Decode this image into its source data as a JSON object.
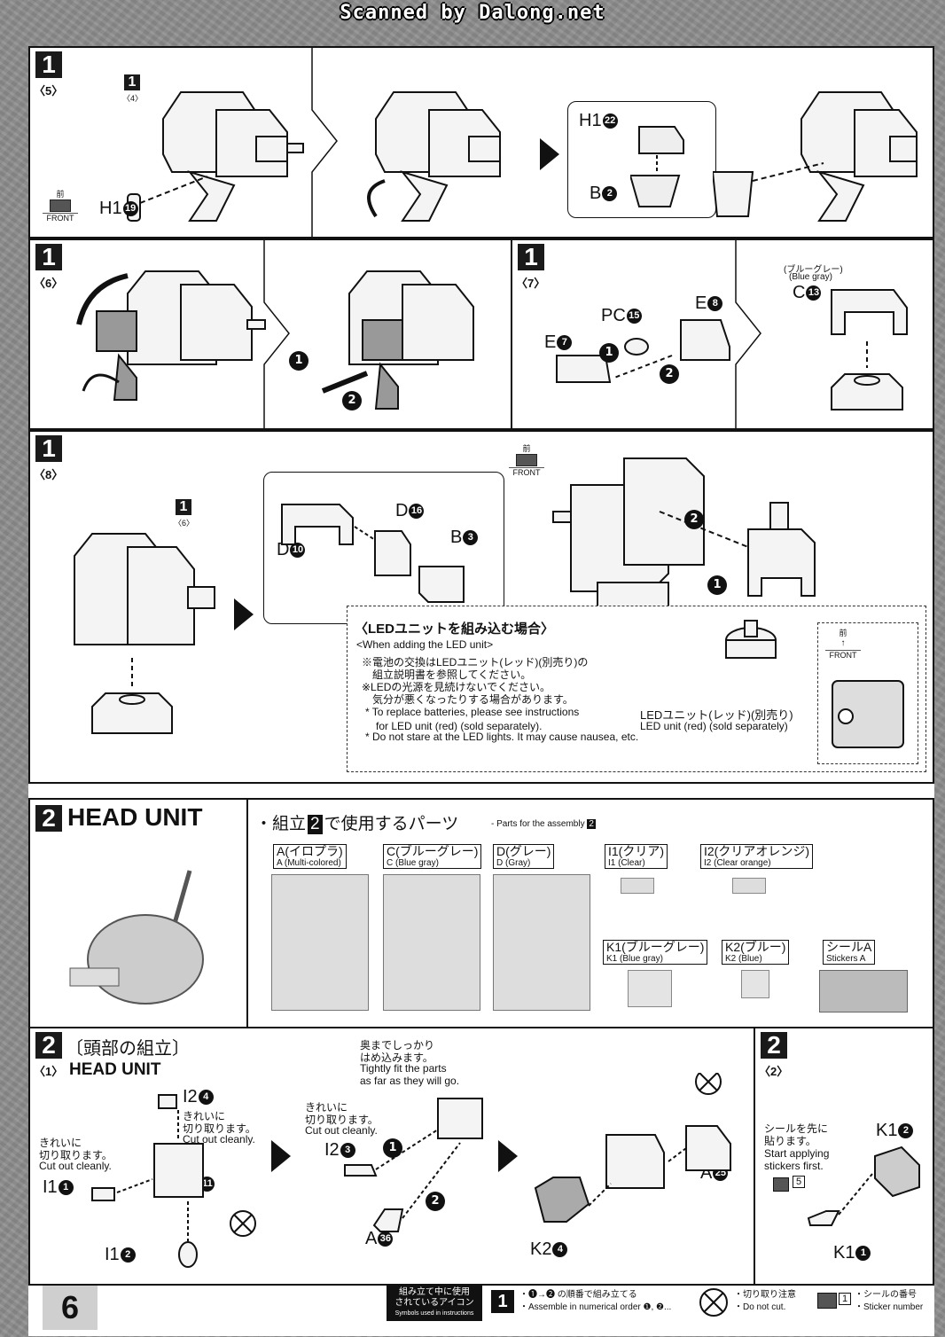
{
  "watermark": "Scanned by Dalong.net",
  "page_number": "6",
  "front_icon": {
    "jp": "前",
    "en": "FRONT"
  },
  "steps": {
    "s1_5": {
      "badge": "1",
      "sub": "〈5〉",
      "ref_badge": "1",
      "ref_sub": "〈4〉",
      "parts": {
        "h1_19": "H1",
        "h1_19n": "19",
        "h1_22": "H1",
        "h1_22n": "22",
        "b2": "B",
        "b2n": "2"
      }
    },
    "s1_6": {
      "badge": "1",
      "sub": "〈6〉",
      "seq1": "1",
      "seq2": "2"
    },
    "s1_7": {
      "badge": "1",
      "sub": "〈7〉",
      "parts": {
        "pc15": "PC",
        "pc15n": "15",
        "e8": "E",
        "e8n": "8",
        "e7": "E",
        "e7n": "7",
        "c13": "C",
        "c13n": "13"
      },
      "color_jp": "(ブルーグレー)",
      "color_en": "(Blue gray)",
      "seq1": "1",
      "seq2": "2"
    },
    "s1_8": {
      "badge": "1",
      "sub": "〈8〉",
      "ref_badge": "1",
      "ref_sub": "〈6〉",
      "parts": {
        "d16": "D",
        "d16n": "16",
        "d10": "D",
        "d10n": "10",
        "b3": "B",
        "b3n": "3"
      },
      "seq1": "1",
      "seq2": "2",
      "led": {
        "title_jp": "〈LEDユニットを組み込む場合〉",
        "title_en": "<When adding the LED unit>",
        "notes": [
          "※電池の交換はLEDユニット(レッド)(別売り)の",
          "　組立説明書を参照してください。",
          "※LEDの光源を見続けないでください。",
          "　気分が悪くなったりする場合があります。",
          "* To replace batteries, please see instructions",
          "　for LED unit (red) (sold separately).",
          "* Do not stare at the LED lights. It may cause nausea, etc."
        ],
        "unit_jp": "LEDユニット(レッド)(別売り)",
        "unit_en": "LED unit (red) (sold separately)"
      }
    },
    "s2_head": {
      "badge": "2",
      "title": "HEAD UNIT"
    },
    "s2_parts": {
      "title_jp": "・組立",
      "title_badge": "2",
      "title_jp2": "で使用するパーツ",
      "title_en": "- Parts for the assembly",
      "title_en_badge": "2",
      "sprues": [
        {
          "l1": "A(イロプラ)",
          "l2": "A (Multi-colored)"
        },
        {
          "l1": "C(ブルーグレー)",
          "l2": "C (Blue gray)"
        },
        {
          "l1": "D(グレー)",
          "l2": "D (Gray)"
        }
      ],
      "small": [
        {
          "l1": "I1(クリア)",
          "l2": "I1 (Clear)"
        },
        {
          "l1": "I2(クリアオレンジ)",
          "l2": "I2 (Clear orange)"
        },
        {
          "l1": "K1(ブルーグレー)",
          "l2": "K1 (Blue gray)"
        },
        {
          "l1": "K2(ブルー)",
          "l2": "K2 (Blue)"
        },
        {
          "l1": "シールA",
          "l2": "Stickers A"
        }
      ]
    },
    "s2_1": {
      "badge": "2",
      "sub": "〈1〉",
      "title_jp": "〔頭部の組立〕",
      "title_en": "HEAD UNIT",
      "i2_4": "I2",
      "i2_4n": "4",
      "d11": "D",
      "d11n": "11",
      "i1_1": "I1",
      "i1_1n": "1",
      "i1_2": "I1",
      "i1_2n": "2",
      "cut1_jp1": "きれいに",
      "cut1_jp2": "切り取ります。",
      "cut1_en": "Cut out cleanly.",
      "cut2_jp1": "きれいに",
      "cut2_jp2": "切り取ります。",
      "cut2_en": "Cut out cleanly.",
      "cut3_jp1": "きれいに",
      "cut3_jp2": "切り取ります。",
      "cut3_en": "Cut out cleanly.",
      "i2_3": "I2",
      "i2_3n": "3",
      "a36": "A",
      "a36n": "36",
      "seq1": "1",
      "seq2": "2",
      "fit_jp1": "奥までしっかり",
      "fit_jp2": "はめ込みます。",
      "fit_en1": "Tightly fit the parts",
      "fit_en2": "as far as they will go.",
      "a25": "A",
      "a25n": "25",
      "k2_4": "K2",
      "k2_4n": "4"
    },
    "s2_2": {
      "badge": "2",
      "sub": "〈2〉",
      "k1_2": "K1",
      "k1_2n": "2",
      "k1_1": "K1",
      "k1_1n": "1",
      "stk_jp1": "シールを先に",
      "stk_jp2": "貼ります。",
      "stk_en1": "Start applying",
      "stk_en2": "stickers first.",
      "stk_num": "5"
    }
  },
  "legend": {
    "title_lines": [
      "組み立て中に使用",
      "されているアイコン",
      "Symbols used in instructions"
    ],
    "order_jp": "・❶→❷ の順番で組み立てる",
    "order_en": "・Assemble in numerical order ❶, ❷...",
    "order_badge": "1",
    "cut_jp": "・切り取り注意",
    "cut_en": "・Do not cut.",
    "sticker_jp": "・シールの番号",
    "sticker_en": "・Sticker number",
    "sticker_badge": "1"
  }
}
